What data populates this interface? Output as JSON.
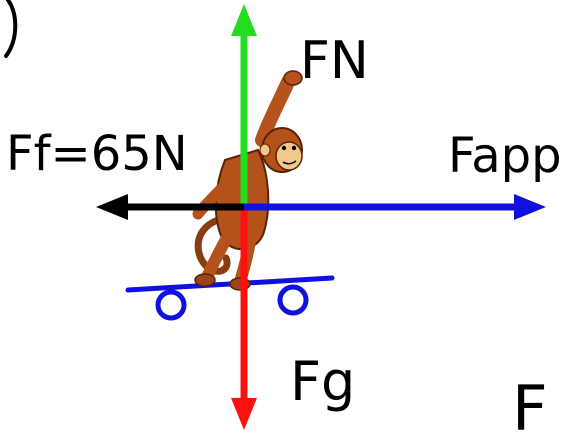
{
  "labels": {
    "normal_force": "FN",
    "friction_force": "Ff=65N",
    "applied_force": "Fapp",
    "gravity_force": "Fg",
    "cut_off_label": "F"
  },
  "colors": {
    "normal_arrow": "#22dd22",
    "friction_arrow": "#000000",
    "applied_arrow": "#1010e0",
    "gravity_arrow": "#ff1010",
    "skateboard": "#1010e0",
    "monkey_fur": "#b5511a",
    "monkey_face": "#f2c98a"
  },
  "icons": {
    "monkey": "monkey-on-skateboard-illustration"
  }
}
